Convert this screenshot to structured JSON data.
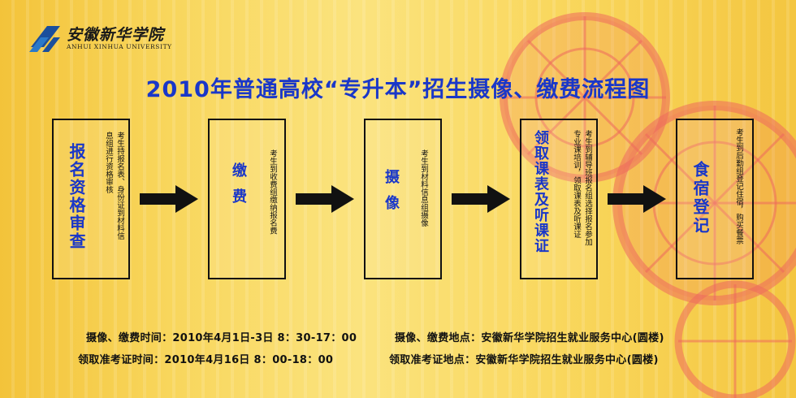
{
  "logo": {
    "name_cn": "安徽新华学院",
    "name_en": "ANHUI XINHUA UNIVERSITY",
    "mark_icon": "university-logo-icon"
  },
  "title": "2010年普通高校“专升本”招生摄像、缴费流程图",
  "steps": [
    {
      "name": "报名资格审查",
      "desc": [
        "考生持报名表、身份证到材料信",
        "息组进行资格审核"
      ]
    },
    {
      "name": "缴费",
      "desc": [
        "考生到收费组缴纳报名费"
      ]
    },
    {
      "name": "摄像",
      "desc": [
        "考生到材料信息组摄像"
      ]
    },
    {
      "name": "领取课表及听课证",
      "desc": [
        "考生到辅导班报名组选择报名参加",
        "专业课培训，领取课表及听课证"
      ]
    },
    {
      "name": "食宿登记",
      "desc": [
        "考生到后勤组登记住宿，购买餐票"
      ]
    }
  ],
  "arrow_icon": "right-arrow-icon",
  "info": {
    "photo_fee_time": "摄像、缴费时间：2010年4月1日-3日 8：30-17：00",
    "photo_fee_place": "摄像、缴费地点：安徽新华学院招生就业服务中心(圆楼)",
    "ticket_time": "领取准考证时间：2010年4月16日 8：00-18：00",
    "ticket_place": "领取准考证地点：安徽新华学院招生就业服务中心(圆楼)"
  },
  "colors": {
    "title": "#1a37c8",
    "background": "#f8d55a",
    "accent_decor": "#e8384a"
  }
}
